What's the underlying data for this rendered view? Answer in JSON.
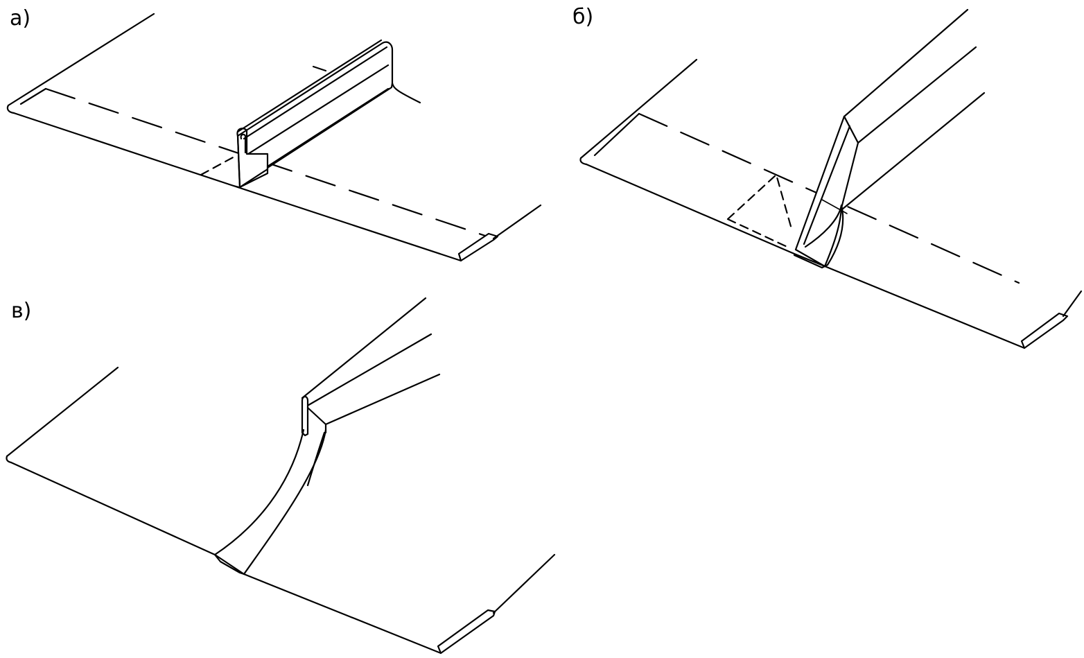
{
  "panels": [
    {
      "id": "a",
      "label": "а)"
    },
    {
      "id": "b",
      "label": "б)"
    },
    {
      "id": "v",
      "label": "в)"
    }
  ],
  "colors": {
    "line": "#000000",
    "background": "#ffffff"
  }
}
